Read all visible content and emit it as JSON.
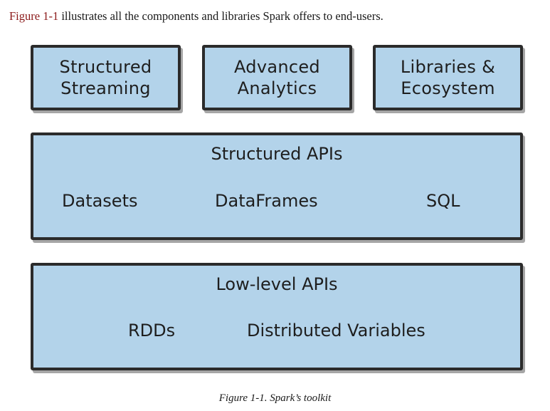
{
  "intro": {
    "figure_ref": "Figure 1-1",
    "text": " illustrates all the components and libraries Spark offers to end-users."
  },
  "diagram": {
    "top_boxes": [
      {
        "line1": "Structured",
        "line2": "Streaming"
      },
      {
        "line1": "Advanced",
        "line2": "Analytics"
      },
      {
        "line1": "Libraries &",
        "line2": "Ecosystem"
      }
    ],
    "structured_apis": {
      "title": "Structured APIs",
      "items": [
        "Datasets",
        "DataFrames",
        "SQL"
      ]
    },
    "low_level_apis": {
      "title": "Low-level APIs",
      "items": [
        "RDDs",
        "Distributed Variables"
      ]
    },
    "colors": {
      "box_fill": "#b3d3ea",
      "box_border": "#2b2b2b",
      "figure_ref": "#8b1a1a"
    }
  },
  "caption": "Figure 1-1. Spark’s toolkit"
}
